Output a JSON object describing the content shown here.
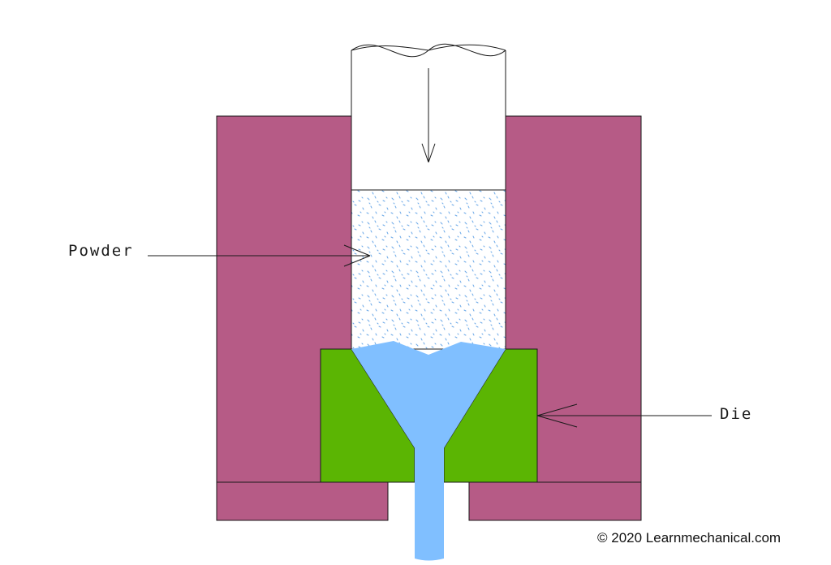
{
  "labels": {
    "powder": "Powder",
    "die": "Die"
  },
  "footer": {
    "copyright": "© 2020 Learnmechanical.com"
  },
  "colors": {
    "container": "#b65b86",
    "die": "#5bb503",
    "fluid": "#80bfff",
    "powder_speckle": "#6aa8e8",
    "outline": "#1a1a1a",
    "background": "#ffffff"
  },
  "arrows": {
    "punch_direction": "down"
  }
}
